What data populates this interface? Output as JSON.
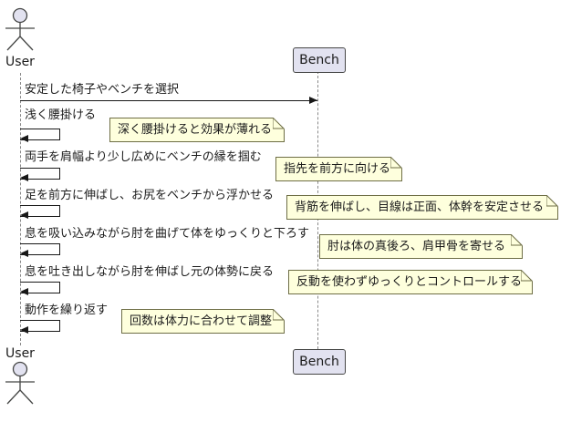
{
  "diagram": {
    "type": "sequence",
    "participants": [
      {
        "name": "User",
        "kind": "actor"
      },
      {
        "name": "Bench",
        "kind": "participant"
      }
    ],
    "messages": [
      {
        "from": "User",
        "to": "Bench",
        "self": false,
        "label": "安定した椅子やベンチを選択"
      },
      {
        "from": "User",
        "to": "User",
        "self": true,
        "label": "浅く腰掛ける"
      },
      {
        "from": "User",
        "to": "User",
        "self": true,
        "label": "両手を肩幅より少し広めにベンチの縁を掴む"
      },
      {
        "from": "User",
        "to": "User",
        "self": true,
        "label": "足を前方に伸ばし、お尻をベンチから浮かせる"
      },
      {
        "from": "User",
        "to": "User",
        "self": true,
        "label": "息を吸い込みながら肘を曲げて体をゆっくりと下ろす"
      },
      {
        "from": "User",
        "to": "User",
        "self": true,
        "label": "息を吐き出しながら肘を伸ばし元の体勢に戻る"
      },
      {
        "from": "User",
        "to": "User",
        "self": true,
        "label": "動作を繰り返す"
      }
    ],
    "notes": [
      {
        "text": "深く腰掛けると効果が薄れる"
      },
      {
        "text": "指先を前方に向ける"
      },
      {
        "text": "背筋を伸ばし、目線は正面、体幹を安定させる"
      },
      {
        "text": "肘は体の真後ろ、肩甲骨を寄せる"
      },
      {
        "text": "反動を使わずゆっくりとコントロールする"
      },
      {
        "text": "回数は体力に合わせて調整"
      }
    ],
    "colors": {
      "participant_fill": "#E2E2F0",
      "participant_border": "#454645",
      "note_fill": "#FEFFDD",
      "note_border": "#6E6E46",
      "lifeline": "#8A8A8A",
      "arrow": "#181818"
    }
  }
}
